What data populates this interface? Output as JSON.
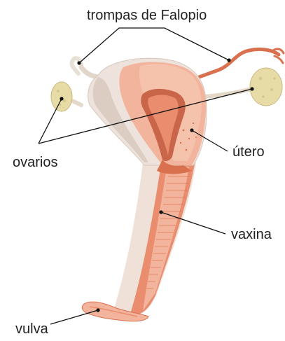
{
  "labels": {
    "fallopian_tubes": "trompas de Falopio",
    "ovaries": "ovarios",
    "uterus": "útero",
    "vagina": "vaxina",
    "vulva": "vulva"
  },
  "colors": {
    "background": "#ffffff",
    "tissue_light": "#efe2da",
    "tissue_pink": "#f2b49c",
    "tissue_salmon": "#e98d6e",
    "tissue_dark": "#c9664a",
    "ovary": "#e8dca6",
    "leader_line": "#111111"
  }
}
